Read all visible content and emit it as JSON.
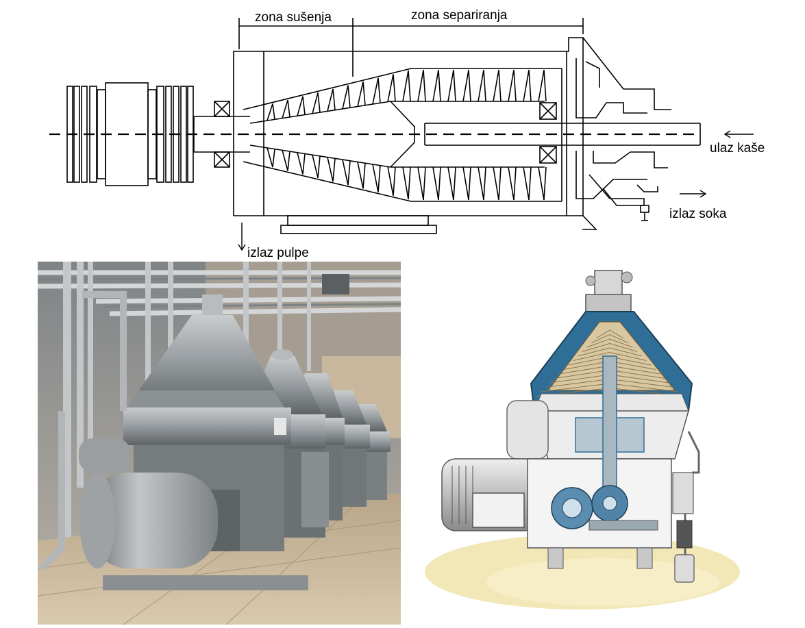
{
  "diagram": {
    "labels": {
      "zona_susenja": "zona sušenja",
      "zona_separiranja": "zona separiranja",
      "ulaz_kase": "ulaz kaše",
      "izlaz_soka": "izlaz soka",
      "izlaz_pulpe": "izlaz pulpe"
    }
  },
  "photos": {
    "left": "industrial-centrifuge-line-photo",
    "right": "disc-separator-cutaway-illustration"
  },
  "colors": {
    "line": "#000000",
    "steel": "#8e949a",
    "floor": "#c9b79a",
    "cutaway_blue": "#2f6e96",
    "disc_stack": "#d8c7a0",
    "sand": "#efe3ae"
  }
}
